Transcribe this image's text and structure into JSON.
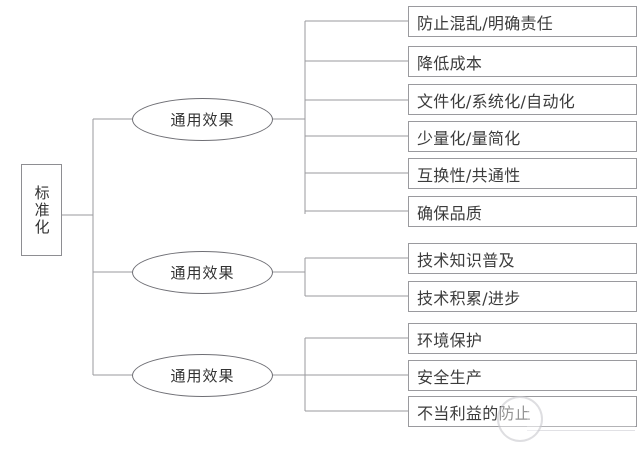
{
  "diagram": {
    "type": "tree-mindmap",
    "title_text": "标准化",
    "root": {
      "label": "标准化",
      "shape": "rectangle-vertical-text"
    },
    "branches": [
      {
        "label": "通用效果",
        "shape": "ellipse",
        "leaves": [
          "防止混乱/明确责任",
          "降低成本",
          "文件化/系统化/自动化",
          "少量化/量简化",
          "互换性/共通性",
          "确保品质"
        ]
      },
      {
        "label": "通用效果",
        "shape": "ellipse",
        "leaves": [
          "技术知识普及",
          "技术积累/进步"
        ]
      },
      {
        "label": "通用效果",
        "shape": "ellipse",
        "leaves": [
          "环境保护",
          "安全生产",
          "不当利益的防止"
        ]
      }
    ],
    "colors": {
      "background": "#ffffff",
      "node_border": "#9a9a9e",
      "ellipse_border": "#6f6f75",
      "connector": "#9a9a9e",
      "text": "#3a3a3a"
    }
  }
}
